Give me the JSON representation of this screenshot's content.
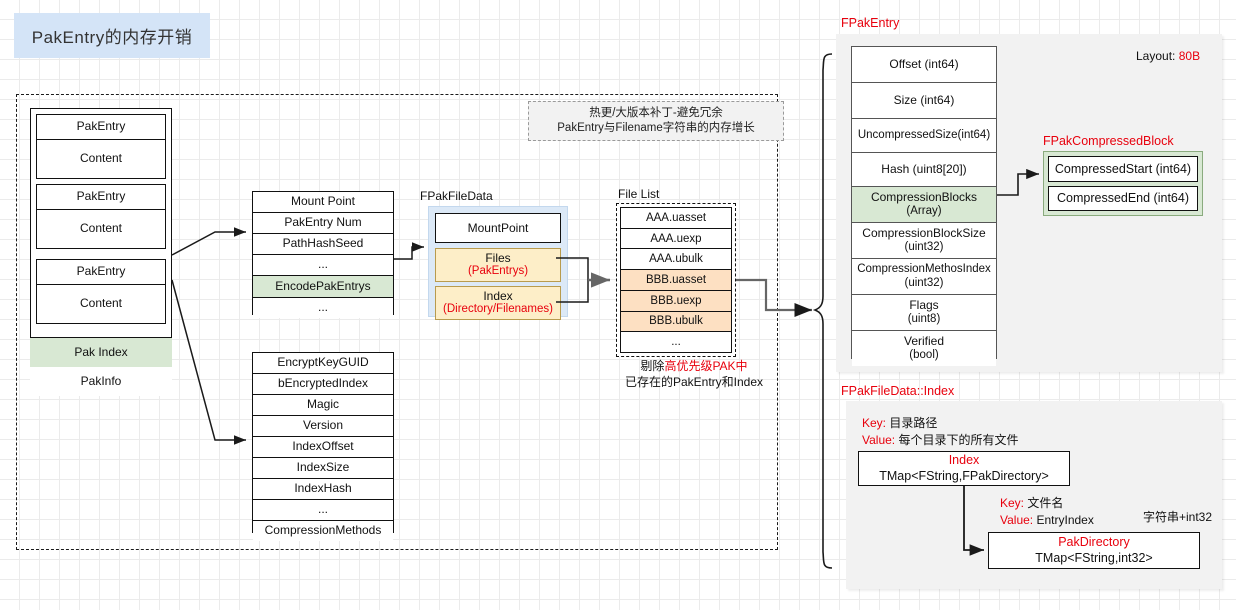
{
  "title": {
    "text": "PakEntry的内存开销"
  },
  "note_top": {
    "line1": "热更/大版本补丁-避免冗余",
    "line2": "PakEntry与Filename字符串的内存增长"
  },
  "pak_column": {
    "entries": [
      {
        "header": "PakEntry",
        "content": "Content"
      },
      {
        "header": "PakEntry",
        "content": "Content"
      },
      {
        "header": "PakEntry",
        "content": "Content"
      }
    ],
    "pak_index": "Pak Index",
    "pak_info": "PakInfo"
  },
  "index_stack": {
    "rows": [
      "Mount Point",
      "PakEntry Num",
      "PathHashSeed",
      "...",
      "EncodePakEntrys",
      "..."
    ],
    "highlight_index": 4
  },
  "pakinfo_stack": {
    "rows": [
      "EncryptKeyGUID",
      "bEncryptedIndex",
      "Magic",
      "Version",
      "IndexOffset",
      "IndexSize",
      "IndexHash",
      "...",
      "CompressionMethods"
    ]
  },
  "pak_file_data": {
    "label": "FPakFileData",
    "mount_point": "MountPoint",
    "files": {
      "main": "Files",
      "sub": "(PakEntrys)"
    },
    "index": {
      "main": "Index",
      "sub": "(Directory/Filenames)"
    }
  },
  "file_list": {
    "label": "File List",
    "rows": [
      {
        "name": "AAA.uasset",
        "highlight": false
      },
      {
        "name": "AAA.uexp",
        "highlight": false
      },
      {
        "name": "AAA.ubulk",
        "highlight": false
      },
      {
        "name": "BBB.uasset",
        "highlight": true
      },
      {
        "name": "BBB.uexp",
        "highlight": true
      },
      {
        "name": "BBB.ubulk",
        "highlight": true
      },
      {
        "name": "...",
        "highlight": false
      }
    ],
    "caption_line1_prefix": "剔除",
    "caption_line1_red": "高优先级PAK中",
    "caption_line2": "已存在的PakEntry和Index"
  },
  "fpakentry": {
    "label": "FPakEntry",
    "layout_label": "Layout:",
    "layout_value": "80B",
    "rows": [
      {
        "main": "Offset (int64)",
        "sub": "",
        "highlight": false
      },
      {
        "main": "Size (int64)",
        "sub": "",
        "highlight": false
      },
      {
        "main": "UncompressedSize(int64)",
        "sub": "",
        "highlight": false
      },
      {
        "main": "Hash (uint8[20])",
        "sub": "",
        "highlight": false
      },
      {
        "main": "CompressionBlocks",
        "sub": "(Array)",
        "highlight": true
      },
      {
        "main": "CompressionBlockSize",
        "sub": "(uint32)",
        "highlight": false
      },
      {
        "main": "CompressionMethosIndex",
        "sub": "(uint32)",
        "highlight": false
      },
      {
        "main": "Flags",
        "sub": "(uint8)",
        "highlight": false
      },
      {
        "main": "Verified",
        "sub": "(bool)",
        "highlight": false
      }
    ]
  },
  "compressed_block": {
    "label": "FPakCompressedBlock",
    "rows": [
      "CompressedStart (int64)",
      "CompressedEnd (int64)"
    ]
  },
  "index_panel": {
    "label": "FPakFileData::Index",
    "key1_label": "Key:",
    "key1_value": "目录路径",
    "value1_label": "Value:",
    "value1_value": "每个目录下的所有文件",
    "index_box": {
      "title": "Index",
      "sub": "TMap<FString,FPakDirectory>"
    },
    "key2_label": "Key:",
    "key2_value": "文件名",
    "value2_label": "Value:",
    "value2_value": "EntryIndex",
    "side_note": "字符串+int32",
    "dir_box": {
      "title": "PakDirectory",
      "sub": "TMap<FString,int32>"
    }
  },
  "colors": {
    "accent_red": "#e8000d",
    "green_highlight": "#d8e8d3",
    "orange_highlight": "#fde0c2",
    "blue_panel": "#dce9f7",
    "title_bg": "#d4e4f7"
  }
}
